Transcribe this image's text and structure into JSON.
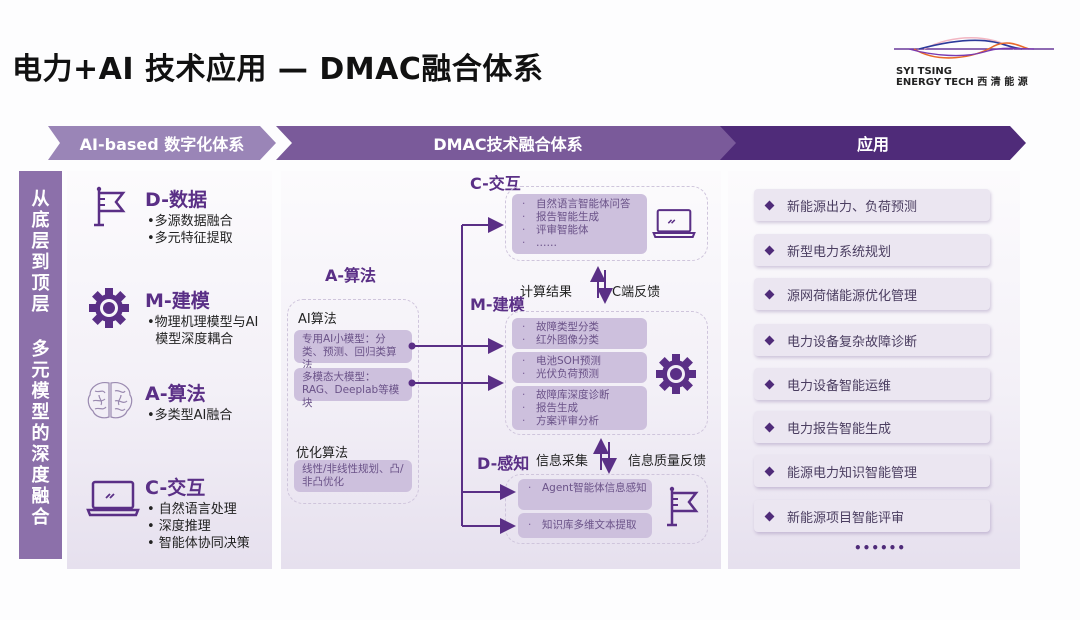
{
  "title": "电力+AI 技术应用 — DMAC融合体系",
  "logo": {
    "line1": "SYI TSING",
    "line2": "ENERGY TECH 西 清 能 源"
  },
  "chevrons": [
    "AI-based 数字化体系",
    "DMAC技术融合体系",
    "应用"
  ],
  "side_bar": {
    "part1": [
      "从",
      "底",
      "层",
      "到",
      "顶",
      "层"
    ],
    "part2": [
      "多",
      "元",
      "模",
      "型",
      "的",
      "深",
      "度",
      "融",
      "合"
    ]
  },
  "left_panel": [
    {
      "icon": "flag-icon",
      "title": "D-数据",
      "items": [
        "•多源数据融合",
        "•多元特征提取"
      ]
    },
    {
      "icon": "gear-icon",
      "title": "M-建模",
      "items": [
        "•物理机理模型与AI",
        "  模型深度耦合"
      ]
    },
    {
      "icon": "brain-icon",
      "title": "A-算法",
      "items": [
        "•多类型AI融合"
      ]
    },
    {
      "icon": "laptop-icon",
      "title": "C-交互",
      "items": [
        "• 自然语言处理",
        "• 深度推理",
        "• 智能体协同决策"
      ]
    }
  ],
  "middle": {
    "algo": {
      "title": "A-算法",
      "ai_label": "AI算法",
      "ai_boxes": [
        "专用AI小模型：分类、预测、回归类算法",
        "多模态大模型：RAG、Deeplab等模块"
      ],
      "opt_label": "优化算法",
      "opt_box": "线性/非线性规划、凸/非凸优化"
    },
    "interaction": {
      "title": "C-交互",
      "items": [
        "自然语言智能体问答",
        "报告智能生成",
        "评审智能体",
        "……"
      ]
    },
    "arrows_top": {
      "up": "计算结果",
      "down": "C端反馈"
    },
    "modeling": {
      "title": "M-建模",
      "groups": [
        [
          "故障类型分类",
          "红外图像分类"
        ],
        [
          "电池SOH预测",
          "光伏负荷预测"
        ],
        [
          "故障库深度诊断",
          "报告生成",
          "方案评审分析"
        ]
      ]
    },
    "arrows_bottom": {
      "up": "信息采集",
      "down": "信息质量反馈"
    },
    "perception": {
      "title": "D-感知",
      "items": [
        "Agent智能体信息感知",
        "知识库多维文本提取"
      ]
    }
  },
  "applications": [
    "新能源出力、负荷预测",
    "新型电力系统规划",
    "源网荷储能源优化管理",
    "电力设备复杂故障诊断",
    "电力设备智能运维",
    "电力报告智能生成",
    "能源电力知识智能管理",
    "新能源项目智能评审"
  ],
  "applications_more": "••••••",
  "colors": {
    "primary": "#4f2b79",
    "mid": "#7a5a9a",
    "light": "#9a85b7",
    "box": "#cdc0dd"
  }
}
